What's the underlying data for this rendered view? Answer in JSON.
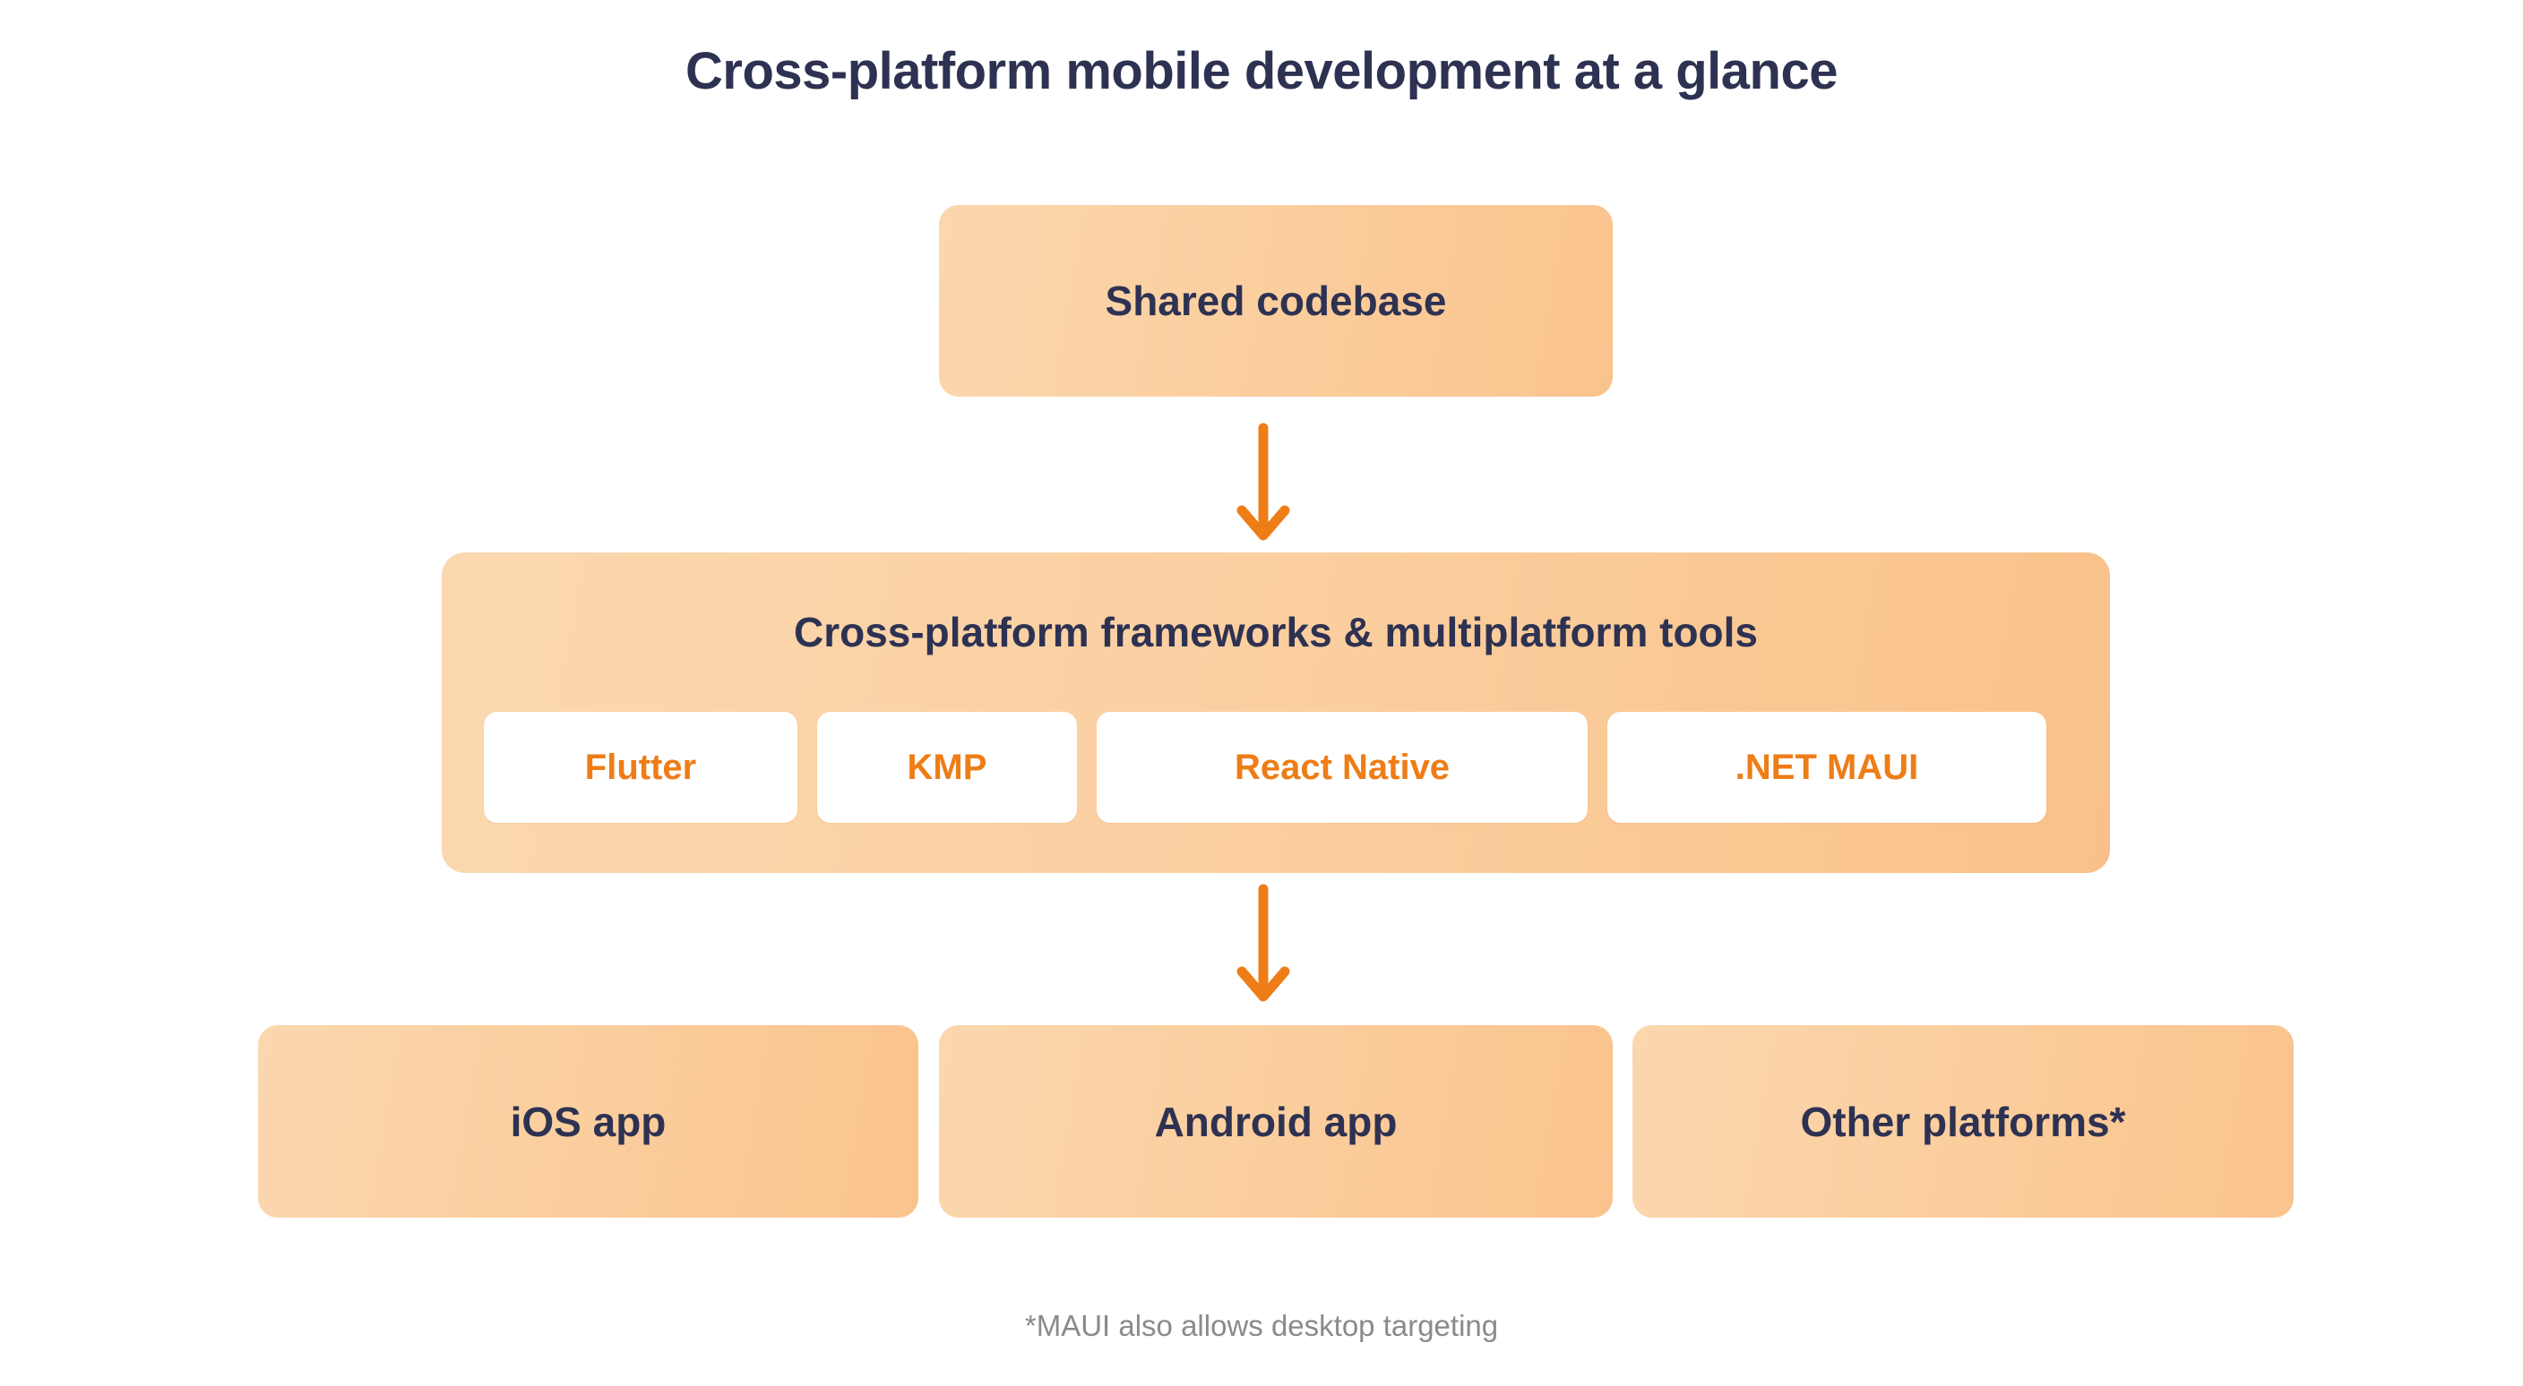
{
  "header": {
    "title": "Cross-platform mobile development at a glance"
  },
  "diagram": {
    "type": "flowchart",
    "direction": "top-to-bottom",
    "colors": {
      "box_fill_start": "#FBD7AE",
      "box_fill_end": "#FAC38D",
      "heading_text": "#2E3252",
      "chip_background": "#FFFFFF",
      "chip_text": "#EE7D17",
      "arrow": "#EE7D17",
      "footnote_text": "#8A8A8A",
      "page_background": "#FFFFFF"
    },
    "source_node": {
      "label": "Shared codebase"
    },
    "arrow_one": {
      "glyph": "arrow-down",
      "from": "Shared codebase",
      "to": "Cross-platform frameworks & multiplatform tools"
    },
    "middle_node": {
      "heading": "Cross-platform frameworks & multiplatform tools",
      "chips": [
        {
          "label": "Flutter"
        },
        {
          "label": "KMP"
        },
        {
          "label": "React Native"
        },
        {
          "label": ".NET MAUI"
        }
      ]
    },
    "arrow_two": {
      "glyph": "arrow-down",
      "from": "Cross-platform frameworks & multiplatform tools",
      "to": "platform outputs"
    },
    "targets": [
      {
        "label": "iOS app"
      },
      {
        "label": "Android app"
      },
      {
        "label": "Other platforms*"
      }
    ]
  },
  "footnote": {
    "text": "*MAUI also allows desktop targeting"
  }
}
